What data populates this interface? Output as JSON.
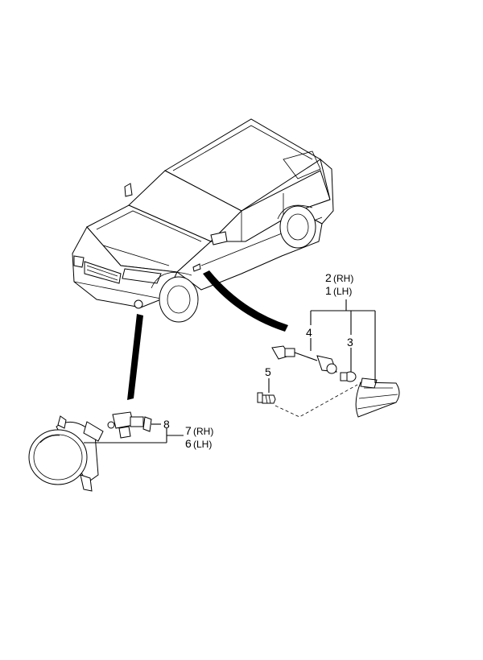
{
  "callouts": [
    {
      "id": "c1",
      "number": "1",
      "side": "(LH)"
    },
    {
      "id": "c2",
      "number": "2",
      "side": "(RH)"
    },
    {
      "id": "c3",
      "number": "3",
      "side": ""
    },
    {
      "id": "c4",
      "number": "4",
      "side": ""
    },
    {
      "id": "c5",
      "number": "5",
      "side": ""
    },
    {
      "id": "c6",
      "number": "6",
      "side": "(LH)"
    },
    {
      "id": "c7",
      "number": "7",
      "side": "(RH)"
    },
    {
      "id": "c8",
      "number": "8",
      "side": ""
    }
  ]
}
